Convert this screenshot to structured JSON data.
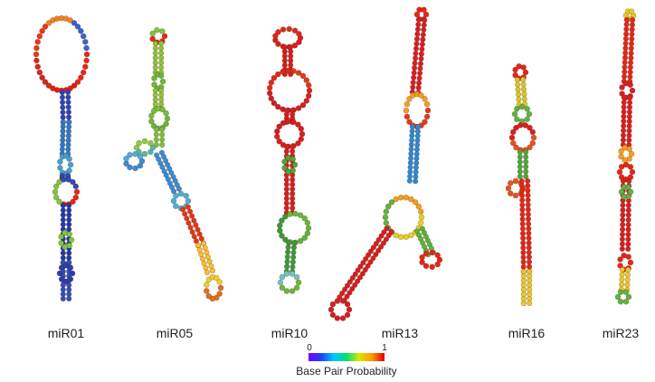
{
  "hairpins": [
    {
      "label": "miR01",
      "base_colors": [
        "#e42814",
        "#dc2014",
        "#d62818",
        "#e53a18",
        "#f08420",
        "#3a5fd0",
        "#2c44b8",
        "#2c7ac8",
        "#40a2d4",
        "#2f4cb8",
        "#e42814",
        "#7cc83c",
        "#1f3aa8",
        "#3050b8",
        "#2a3faa"
      ]
    },
    {
      "label": "miR05",
      "base_colors": [
        "#e42814",
        "#7cc83c",
        "#8cc43a",
        "#6ab83a",
        "#76c040",
        "#54b8a8",
        "#3a8cd4",
        "#4ab0d0",
        "#8ccc40",
        "#e03818",
        "#e07018",
        "#f4c030",
        "#e8d030"
      ]
    },
    {
      "label": "miR10",
      "base_colors": [
        "#d82020",
        "#cf1f1f",
        "#e02818",
        "#d42020",
        "#e03818",
        "#4ca838",
        "#5cb440",
        "#3a9a38",
        "#68b83a",
        "#6ac6c0"
      ]
    },
    {
      "label": "miR13",
      "base_colors": [
        "#e02818",
        "#d42020",
        "#e03a1c",
        "#f0a020",
        "#2c8ad0",
        "#e6d02a",
        "#5cb43c",
        "#d42020",
        "#e02818",
        "#d02020"
      ]
    },
    {
      "label": "miR16",
      "base_colors": [
        "#e02818",
        "#d4c828",
        "#5cb440",
        "#e85020",
        "#d82020",
        "#e02818",
        "#4ca838",
        "#d43a14",
        "#e8c830"
      ]
    },
    {
      "label": "miR23",
      "base_colors": [
        "#e02818",
        "#d42020",
        "#5cb440",
        "#e02818",
        "#f0a020",
        "#d82020",
        "#e02818",
        "#e6c828",
        "#5cb440",
        "#d42020"
      ]
    }
  ],
  "legend": {
    "min_label": "0",
    "max_label": "1",
    "title": "Base Pair Probability"
  }
}
